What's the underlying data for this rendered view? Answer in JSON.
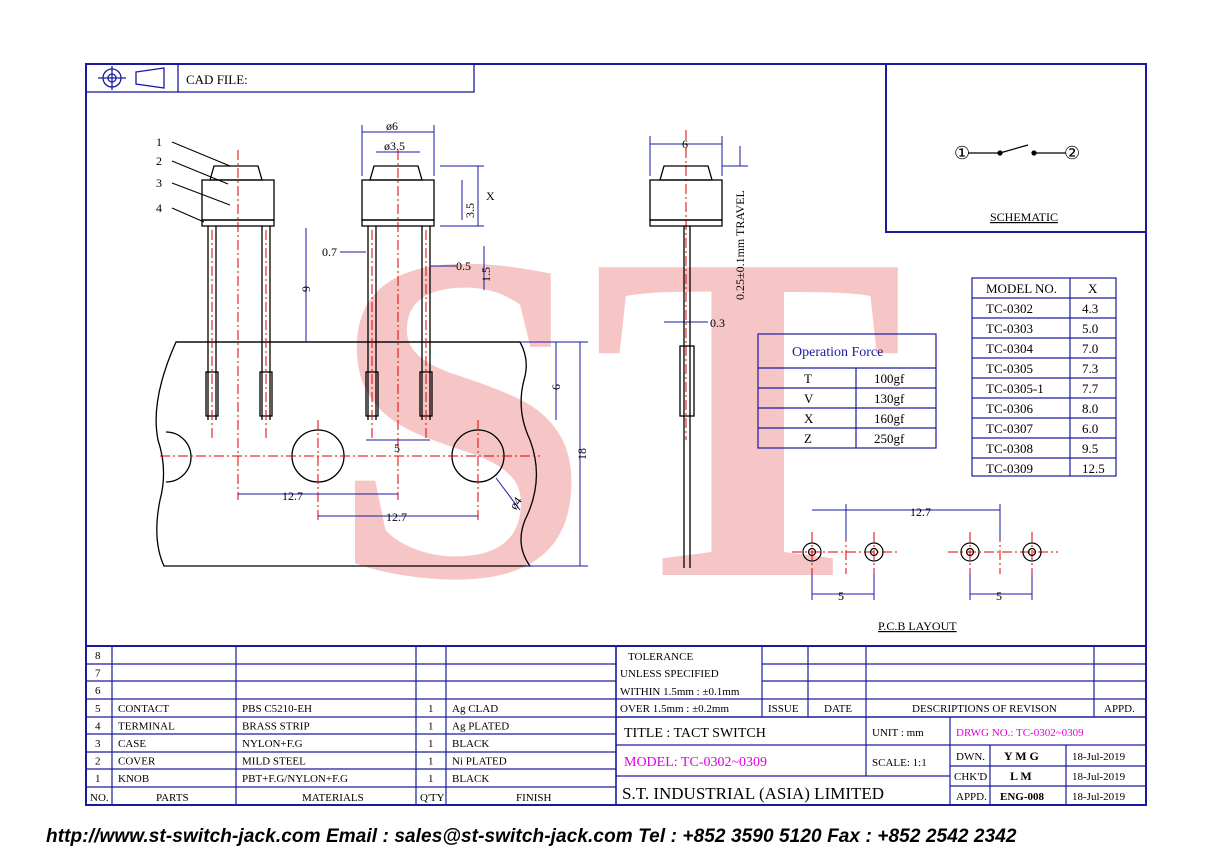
{
  "header": {
    "cad_file_label": "CAD FILE:"
  },
  "watermark": {
    "text": "ST",
    "color": "#f4b4b4"
  },
  "colors": {
    "line": "#1a1aa0",
    "center": "#e00000",
    "magenta": "#e000e0",
    "ink": "#000000"
  },
  "schematic": {
    "node1": "①",
    "node2": "②",
    "label": "SCHEMATIC"
  },
  "parts_callouts": [
    "1",
    "2",
    "3",
    "4"
  ],
  "dimensions": {
    "d_knob_outer": "ø6",
    "d_knob_inner": "ø3.5",
    "x": "X",
    "h35": "3.5",
    "w07": "0.7",
    "w05": "0.5",
    "h15": "1.5",
    "h9": "9",
    "h6": "6",
    "h18": "18",
    "pitch5": "5",
    "pitch127a": "12.7",
    "pitch127b": "12.7",
    "hole4": "ø4",
    "side6": "6",
    "travel": "0.25±0.1mm  TRAVEL",
    "t03": "0.3",
    "pcb_127": "12.7",
    "pcb_5a": "5",
    "pcb_5b": "5",
    "pcb_label": "P.C.B LAYOUT"
  },
  "operation_force": {
    "title": "Operation  Force",
    "rows": [
      [
        "T",
        "100gf"
      ],
      [
        "V",
        "130gf"
      ],
      [
        "X",
        "160gf"
      ],
      [
        "Z",
        "250gf"
      ]
    ]
  },
  "model_table": {
    "headers": [
      "MODEL NO.",
      "X"
    ],
    "rows": [
      [
        "TC-0302",
        "4.3"
      ],
      [
        "TC-0303",
        "5.0"
      ],
      [
        "TC-0304",
        "7.0"
      ],
      [
        "TC-0305",
        "7.3"
      ],
      [
        "TC-0305-1",
        "7.7"
      ],
      [
        "TC-0306",
        "8.0"
      ],
      [
        "TC-0307",
        "6.0"
      ],
      [
        "TC-0308",
        "9.5"
      ],
      [
        "TC-0309",
        "12.5"
      ]
    ]
  },
  "bom": {
    "rows": [
      [
        "8",
        "",
        "",
        "",
        ""
      ],
      [
        "7",
        "",
        "",
        "",
        ""
      ],
      [
        "6",
        "",
        "",
        "",
        ""
      ],
      [
        "5",
        "CONTACT",
        "PBS C5210-EH",
        "1",
        "Ag CLAD"
      ],
      [
        "4",
        "TERMINAL",
        "BRASS STRIP",
        "1",
        "Ag PLATED"
      ],
      [
        "3",
        "CASE",
        "NYLON+F.G",
        "1",
        "BLACK"
      ],
      [
        "2",
        "COVER",
        "MILD STEEL",
        "1",
        "Ni PLATED"
      ],
      [
        "1",
        "KNOB",
        "PBT+F.G/NYLON+F.G",
        "1",
        "BLACK"
      ]
    ],
    "headers": [
      "NO.",
      "PARTS",
      "MATERIALS",
      "Q'TY",
      "FINISH"
    ]
  },
  "tolerance": {
    "l1": "TOLERANCE",
    "l2": "UNLESS   SPECIFIED",
    "l3": "WITHIN  1.5mm : ±0.1mm",
    "l4": "OVER    1.5mm : ±0.2mm"
  },
  "revision": {
    "issue": "ISSUE",
    "date": "DATE",
    "desc": "DESCRIPTIONS  OF  REVISON",
    "appd": "APPD."
  },
  "title_block": {
    "title": "TITLE : TACT SWITCH",
    "unit": "UNIT :   mm",
    "drwg": "DRWG NO.: TC-0302~0309",
    "model": "MODEL:  TC-0302~0309",
    "scale": "SCALE:   1:1",
    "dwn_label": "DWN.",
    "dwn_name": "Y M G",
    "dwn_date": "18-Jul-2019",
    "chk_label": "CHK'D",
    "chk_name": "L M",
    "chk_date": "18-Jul-2019",
    "appd_label": "APPD.",
    "appd_name": "ENG-008",
    "appd_date": "18-Jul-2019",
    "company": "S.T.  INDUSTRIAL  (ASIA)  LIMITED"
  },
  "footer": {
    "text": "http://www.st-switch-jack.com  Email : sales@st-switch-jack.com  Tel : +852 3590 5120  Fax : +852 2542 2342"
  }
}
